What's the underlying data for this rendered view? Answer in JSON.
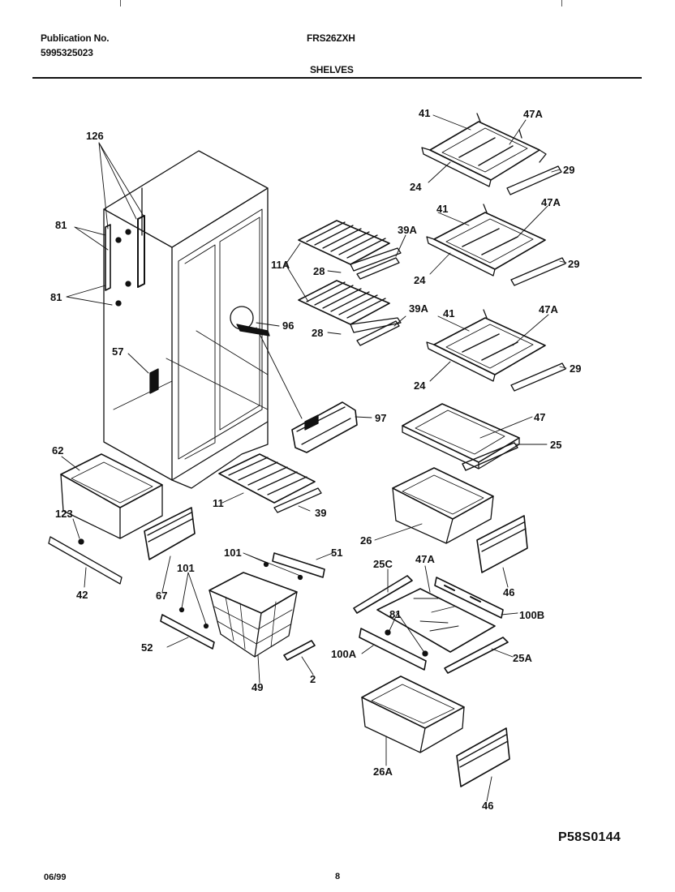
{
  "header": {
    "publication_label": "Publication No.",
    "publication_number": "5995325023",
    "model": "FRS26ZXH",
    "section_title": "SHELVES"
  },
  "footer": {
    "date": "06/99",
    "page": "8",
    "diagram_code": "P58S0144"
  },
  "parts": {
    "p126": "126",
    "p81a": "81",
    "p81b": "81",
    "p57": "57",
    "p11a": "11A",
    "p28a": "28",
    "p28b": "28",
    "p39a1": "39A",
    "p39a2": "39A",
    "p96": "96",
    "p97": "97",
    "p41a": "41",
    "p47a1": "47A",
    "p24a": "24",
    "p29a": "29",
    "p41b": "41",
    "p47a2": "47A",
    "p24b": "24",
    "p29b": "29",
    "p41c": "41",
    "p47a3": "47A",
    "p24c": "24",
    "p29c": "29",
    "p47": "47",
    "p25": "25",
    "p62": "62",
    "p123": "123",
    "p42": "42",
    "p67": "67",
    "p11": "11",
    "p39": "39",
    "p101a": "101",
    "p51": "51",
    "p101b": "101",
    "p52": "52",
    "p49": "49",
    "p2": "2",
    "p26": "26",
    "p46a": "46",
    "p25c": "25C",
    "p47a4": "47A",
    "p81c": "81",
    "p100b": "100B",
    "p100a": "100A",
    "p25a": "25A",
    "p26a": "26A",
    "p46b": "46"
  }
}
